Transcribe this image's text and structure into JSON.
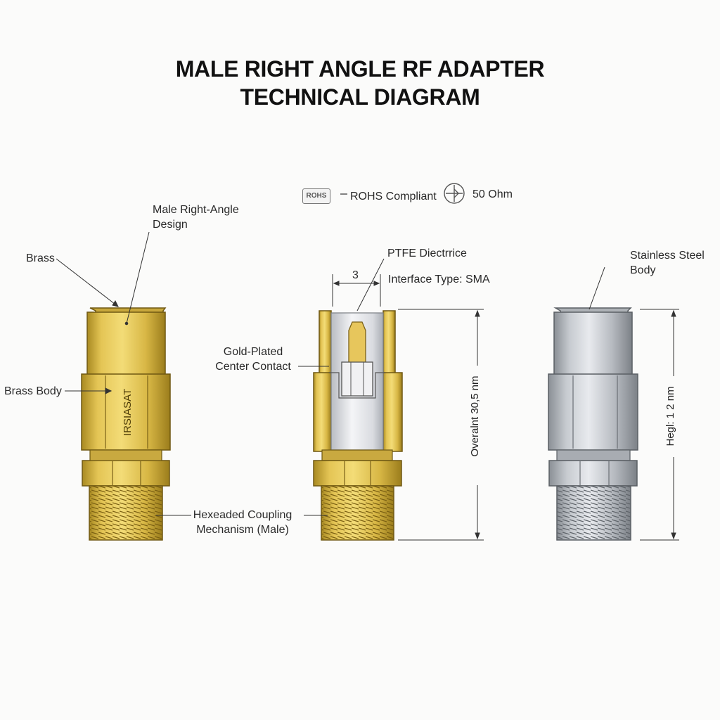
{
  "title": {
    "line1": "MALE RIGHT ANGLE RF ADAPTER",
    "line2": "TECHNICAL DIAGRAM"
  },
  "badges": {
    "rohs_icon_text": "ROHS",
    "rohs_label": "ROHS Compliant",
    "impedance_label": "50 Ohm"
  },
  "left_connector": {
    "design_label": "Male Right-Angle Design",
    "brass_label": "Brass",
    "brass_body_label": "Brass Body",
    "body_engraving": "IRSIASAT",
    "coupling_label": "Hexeaded Coupling Mechanism (Male)"
  },
  "center_connector": {
    "dimension_top": "3",
    "dielectric_label": "PTFE Diectrrice",
    "interface_label": "Interface Type: SMA",
    "contact_label": "Gold-Plated Center Contact",
    "overall_dimension": "Overalnt 30,5 nm"
  },
  "right_connector": {
    "body_label": "Stainless Steel Body",
    "height_dimension": "Hegl: 1 2 nm"
  },
  "colors": {
    "brass_light": "#f0d66a",
    "brass_mid": "#d4b241",
    "brass_dark": "#8e7117",
    "steel_light": "#e2e4e8",
    "steel_mid": "#b6babf",
    "steel_dark": "#6e7378"
  }
}
